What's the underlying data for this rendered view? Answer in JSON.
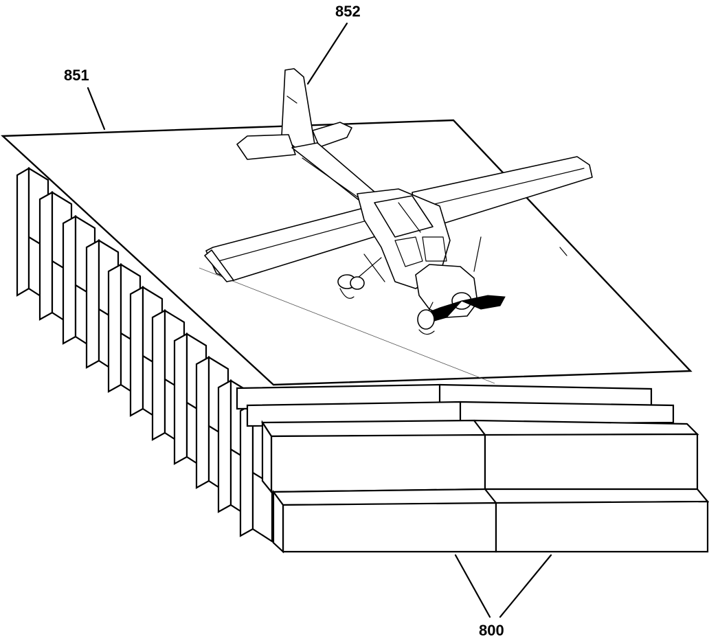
{
  "figure": {
    "labels": {
      "sheet": "851",
      "aircraft": "852",
      "modules": "800"
    },
    "line_color": "#000000",
    "background": "#ffffff"
  }
}
